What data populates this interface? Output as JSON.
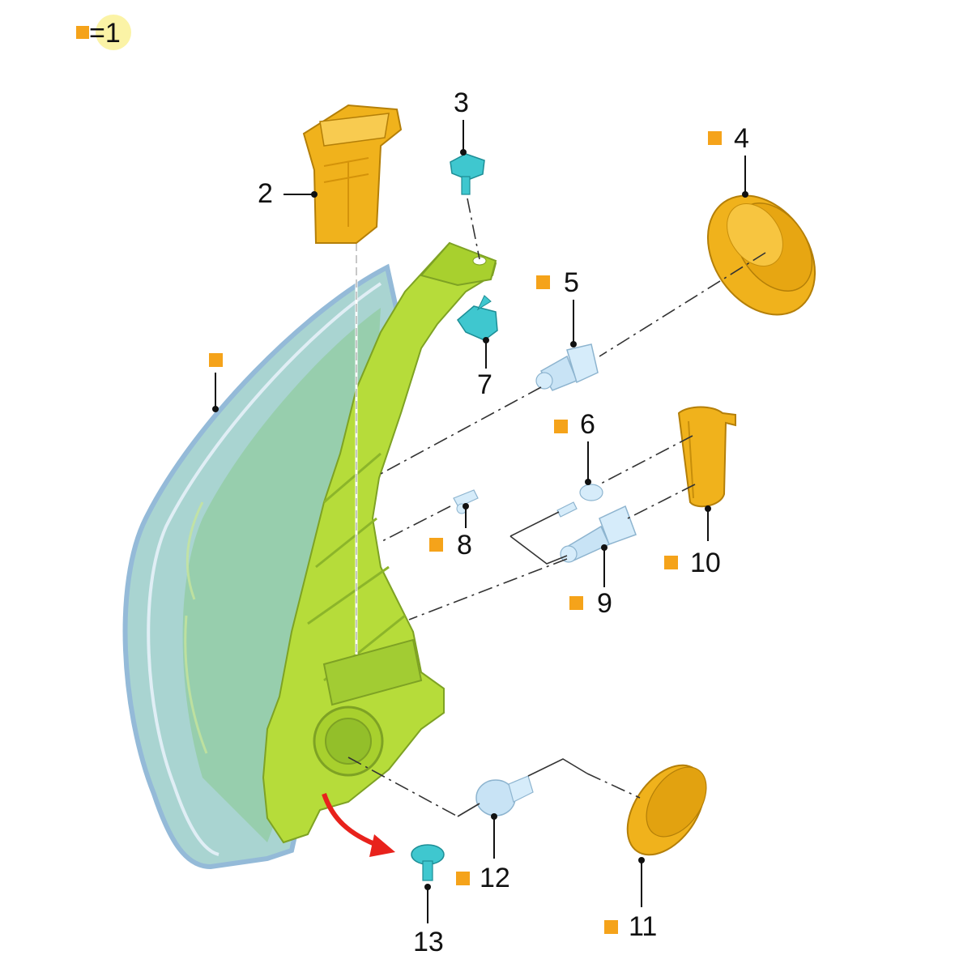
{
  "legend": {
    "marker_color": "#f5a31a",
    "text": "=1",
    "highlight_color": "#fbf3a6"
  },
  "callouts": [
    {
      "id": "2",
      "label": "2",
      "marker": false
    },
    {
      "id": "3",
      "label": "3",
      "marker": false
    },
    {
      "id": "4",
      "label": "4",
      "marker": true
    },
    {
      "id": "5",
      "label": "5",
      "marker": true
    },
    {
      "id": "6",
      "label": "6",
      "marker": true
    },
    {
      "id": "7",
      "label": "7",
      "marker": false
    },
    {
      "id": "8",
      "label": "8",
      "marker": true
    },
    {
      "id": "9",
      "label": "9",
      "marker": true
    },
    {
      "id": "10",
      "label": "10",
      "marker": true
    },
    {
      "id": "11",
      "label": "11",
      "marker": true
    },
    {
      "id": "12",
      "label": "12",
      "marker": true
    },
    {
      "id": "13",
      "label": "13",
      "marker": false
    },
    {
      "id": "housing",
      "label": "",
      "marker": true
    }
  ],
  "colors": {
    "housing": "#b6dc3a",
    "lens": "#9fd0c6",
    "cap_gold": "#f0b21c",
    "fastener": "#3fc7cf",
    "bulb": "#c8e3f5",
    "arrow": "#e8221c"
  }
}
